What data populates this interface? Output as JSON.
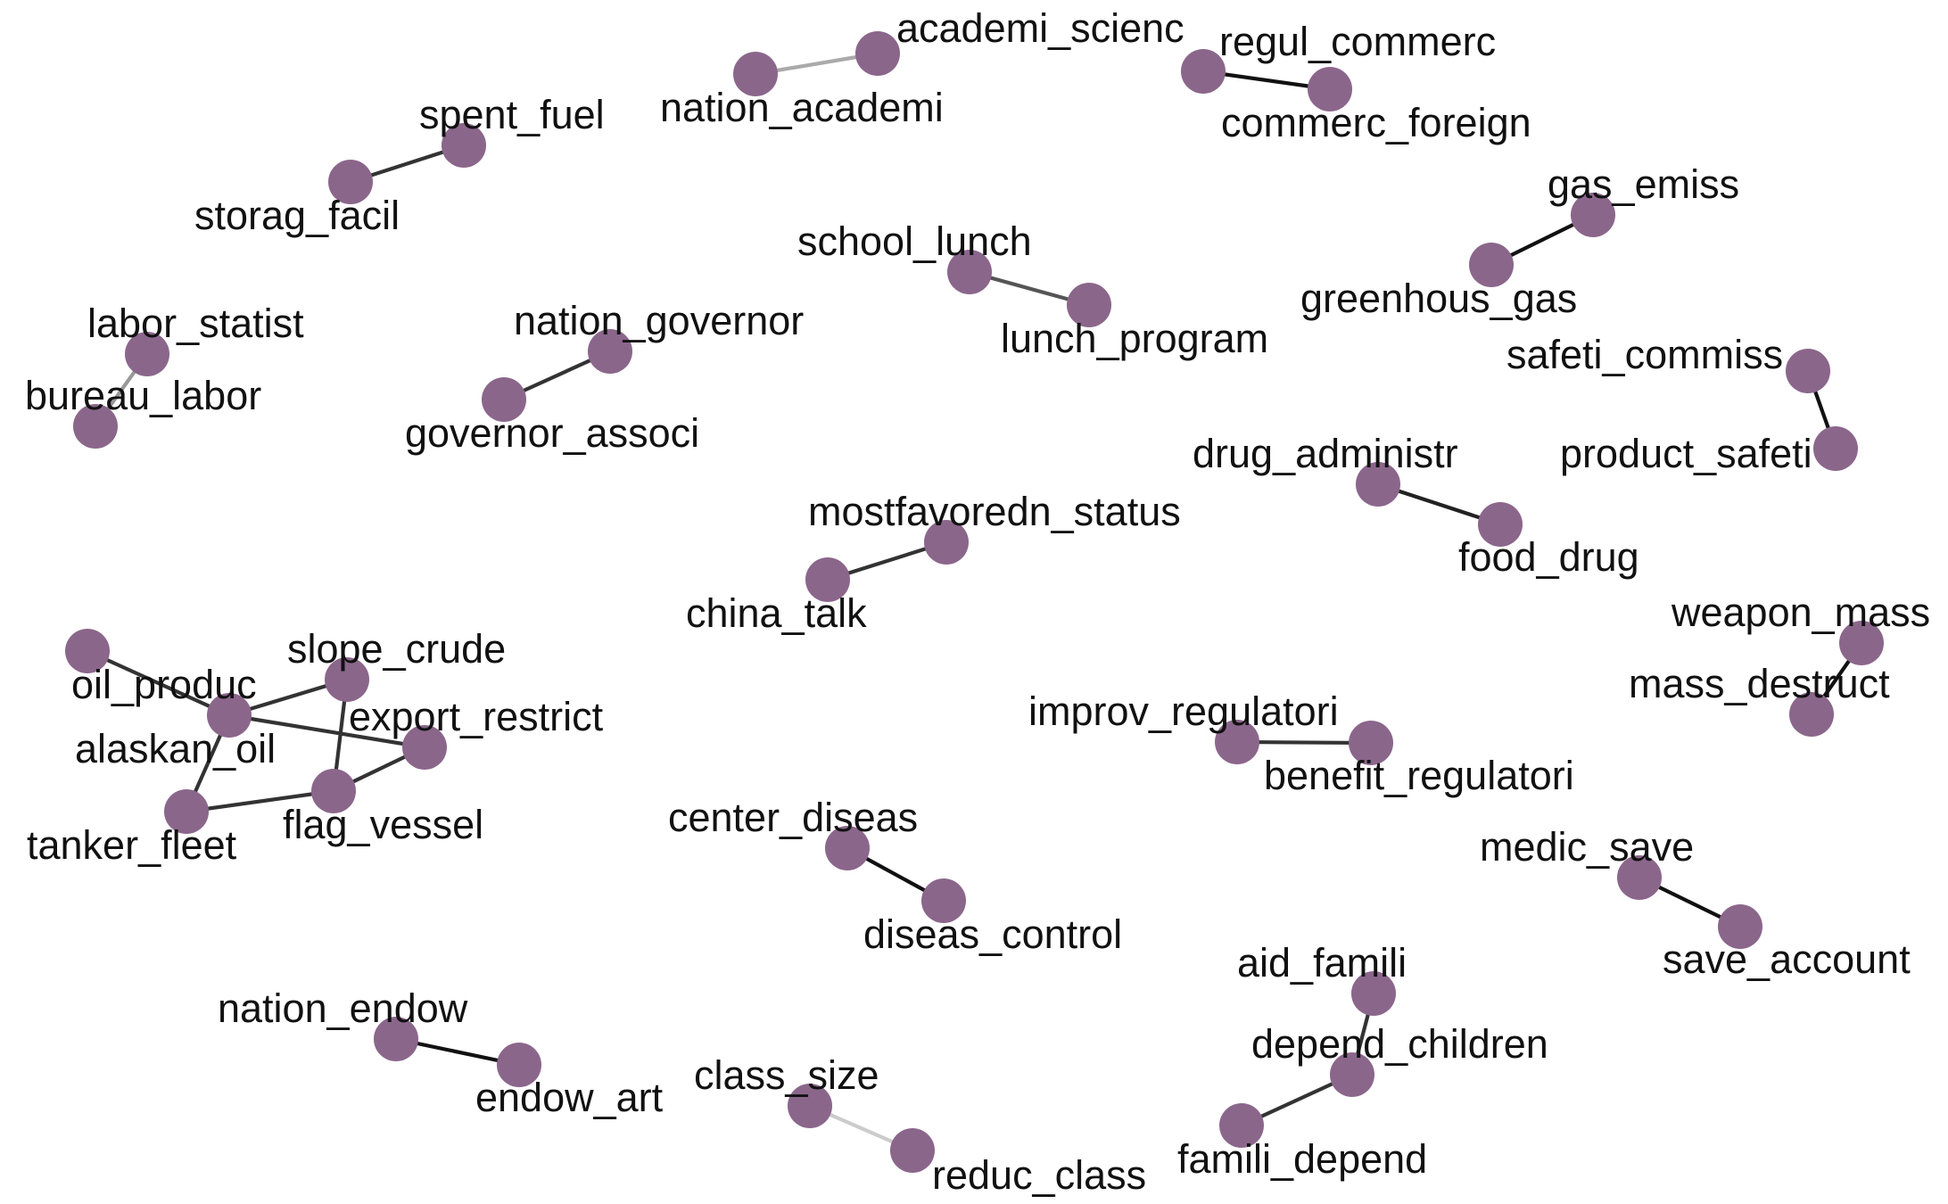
{
  "graph": {
    "node_color": "#8b668b",
    "edge_color_scale": "darker edge = stronger link",
    "nodes": [
      {
        "id": "spent_fuel",
        "label": "spent_fuel"
      },
      {
        "id": "storag_facil",
        "label": "storag_facil"
      },
      {
        "id": "academi_scienc",
        "label": "academi_scienc"
      },
      {
        "id": "nation_academi",
        "label": "nation_academi"
      },
      {
        "id": "regul_commerc",
        "label": "regul_commerc"
      },
      {
        "id": "commerc_foreign",
        "label": "commerc_foreign"
      },
      {
        "id": "gas_emiss",
        "label": "gas_emiss"
      },
      {
        "id": "greenhous_gas",
        "label": "greenhous_gas"
      },
      {
        "id": "school_lunch",
        "label": "school_lunch"
      },
      {
        "id": "lunch_program",
        "label": "lunch_program"
      },
      {
        "id": "labor_statist",
        "label": "labor_statist"
      },
      {
        "id": "bureau_labor",
        "label": "bureau_labor"
      },
      {
        "id": "nation_governor",
        "label": "nation_governor"
      },
      {
        "id": "governor_associ",
        "label": "governor_associ"
      },
      {
        "id": "safeti_commiss",
        "label": "safeti_commiss"
      },
      {
        "id": "product_safeti",
        "label": "product_safeti"
      },
      {
        "id": "drug_administr",
        "label": "drug_administr"
      },
      {
        "id": "food_drug",
        "label": "food_drug"
      },
      {
        "id": "mostfavoredn_status",
        "label": "mostfavoredn_status"
      },
      {
        "id": "china_talk",
        "label": "china_talk"
      },
      {
        "id": "weapon_mass",
        "label": "weapon_mass"
      },
      {
        "id": "mass_destruct",
        "label": "mass_destruct"
      },
      {
        "id": "oil_produc",
        "label": "oil_produc"
      },
      {
        "id": "slope_crude",
        "label": "slope_crude"
      },
      {
        "id": "alaskan_oil",
        "label": "alaskan_oil"
      },
      {
        "id": "export_restrict",
        "label": "export_restrict"
      },
      {
        "id": "flag_vessel",
        "label": "flag_vessel"
      },
      {
        "id": "tanker_fleet",
        "label": "tanker_fleet"
      },
      {
        "id": "improv_regulatori",
        "label": "improv_regulatori"
      },
      {
        "id": "benefit_regulatori",
        "label": "benefit_regulatori"
      },
      {
        "id": "center_diseas",
        "label": "center_diseas"
      },
      {
        "id": "diseas_control",
        "label": "diseas_control"
      },
      {
        "id": "medic_save",
        "label": "medic_save"
      },
      {
        "id": "save_account",
        "label": "save_account"
      },
      {
        "id": "aid_famili",
        "label": "aid_famili"
      },
      {
        "id": "depend_children",
        "label": "depend_children"
      },
      {
        "id": "famili_depend",
        "label": "famili_depend"
      },
      {
        "id": "nation_endow",
        "label": "nation_endow"
      },
      {
        "id": "endow_art",
        "label": "endow_art"
      },
      {
        "id": "class_size",
        "label": "class_size"
      },
      {
        "id": "reduc_class",
        "label": "reduc_class"
      }
    ],
    "edges": [
      {
        "source": "storag_facil",
        "target": "spent_fuel",
        "color": "#333333"
      },
      {
        "source": "nation_academi",
        "target": "academi_scienc",
        "color": "#aaaaaa"
      },
      {
        "source": "regul_commerc",
        "target": "commerc_foreign",
        "color": "#111111"
      },
      {
        "source": "greenhous_gas",
        "target": "gas_emiss",
        "color": "#111111"
      },
      {
        "source": "school_lunch",
        "target": "lunch_program",
        "color": "#555555"
      },
      {
        "source": "labor_statist",
        "target": "bureau_labor",
        "color": "#999999"
      },
      {
        "source": "governor_associ",
        "target": "nation_governor",
        "color": "#333333"
      },
      {
        "source": "safeti_commiss",
        "target": "product_safeti",
        "color": "#111111"
      },
      {
        "source": "drug_administr",
        "target": "food_drug",
        "color": "#222222"
      },
      {
        "source": "china_talk",
        "target": "mostfavoredn_status",
        "color": "#333333"
      },
      {
        "source": "weapon_mass",
        "target": "mass_destruct",
        "color": "#111111"
      },
      {
        "source": "oil_produc",
        "target": "alaskan_oil",
        "color": "#333333"
      },
      {
        "source": "alaskan_oil",
        "target": "slope_crude",
        "color": "#333333"
      },
      {
        "source": "alaskan_oil",
        "target": "export_restrict",
        "color": "#333333"
      },
      {
        "source": "alaskan_oil",
        "target": "tanker_fleet",
        "color": "#333333"
      },
      {
        "source": "slope_crude",
        "target": "flag_vessel",
        "color": "#333333"
      },
      {
        "source": "export_restrict",
        "target": "flag_vessel",
        "color": "#333333"
      },
      {
        "source": "tanker_fleet",
        "target": "flag_vessel",
        "color": "#333333"
      },
      {
        "source": "improv_regulatori",
        "target": "benefit_regulatori",
        "color": "#333333"
      },
      {
        "source": "center_diseas",
        "target": "diseas_control",
        "color": "#111111"
      },
      {
        "source": "medic_save",
        "target": "save_account",
        "color": "#111111"
      },
      {
        "source": "aid_famili",
        "target": "depend_children",
        "color": "#333333"
      },
      {
        "source": "depend_children",
        "target": "famili_depend",
        "color": "#333333"
      },
      {
        "source": "nation_endow",
        "target": "endow_art",
        "color": "#111111"
      },
      {
        "source": "class_size",
        "target": "reduc_class",
        "color": "#cccccc"
      }
    ]
  }
}
